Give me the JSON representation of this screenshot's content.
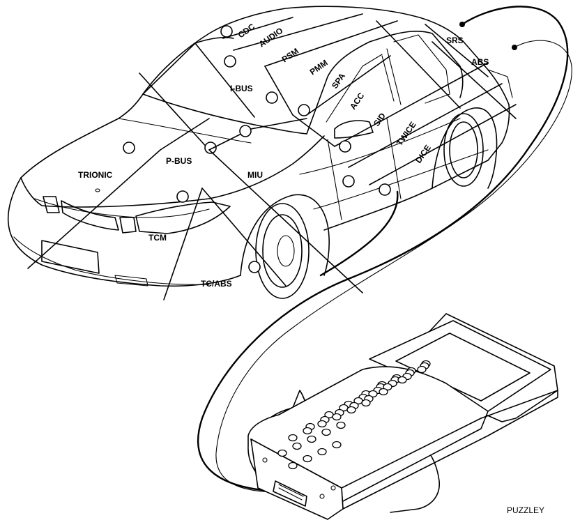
{
  "modules": {
    "cdc": "CDC",
    "audio": "AUDIO",
    "psm": "PSM",
    "pmm": "PMM",
    "ibus": "I-BUS",
    "spa": "SPA",
    "acc": "ACC",
    "sid": "SID",
    "twice": "TWICE",
    "dice": "DICE",
    "srs": "SRS",
    "abs": "ABS",
    "trionic": "TRIONIC",
    "pbus": "P-BUS",
    "miu": "MIU",
    "tcm": "TCM",
    "tcabs": "TC/ABS"
  },
  "credit": "PUZZLEY"
}
